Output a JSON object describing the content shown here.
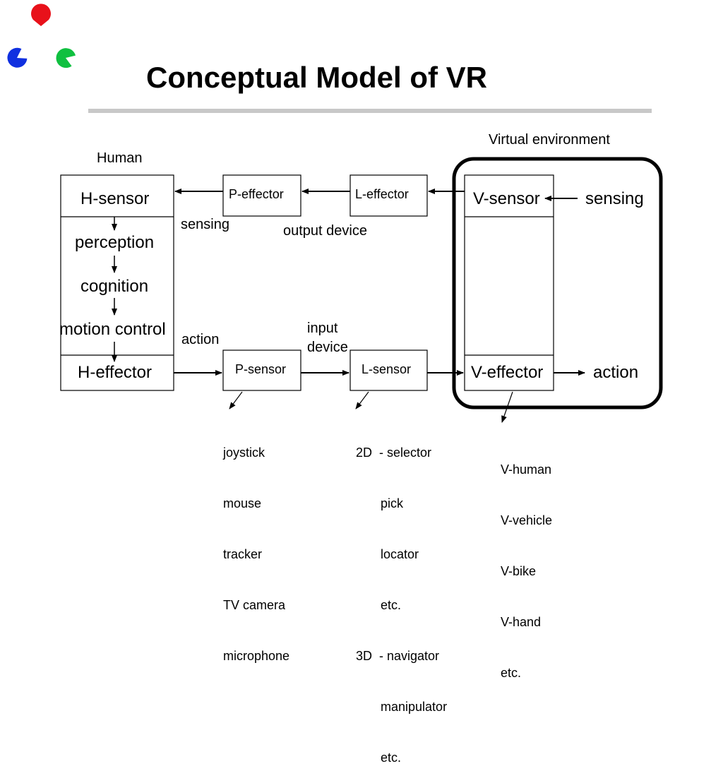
{
  "title": "Conceptual Model of VR",
  "logo": {
    "name": "three-pacman-logo",
    "colors": [
      "#e8111a",
      "#1030e0",
      "#10c040"
    ]
  },
  "labels": {
    "human": "Human",
    "virtual_environment": "Virtual environment",
    "h_sensor": "H-sensor",
    "perception": "perception",
    "cognition": "cognition",
    "motion_control": "motion control",
    "h_effector": "H-effector",
    "p_effector": "P-effector",
    "l_effector": "L-effector",
    "v_sensor": "V-sensor",
    "sensing_right": "sensing",
    "sensing_left": "sensing",
    "output_device": "output device",
    "action_left": "action",
    "input_device": "input\ndevice",
    "p_sensor": "P-sensor",
    "l_sensor": "L-sensor",
    "v_effector": "V-effector",
    "action_right": "action"
  },
  "lists": {
    "p_sensor_examples": [
      "joystick",
      "mouse",
      "tracker",
      "TV camera",
      "microphone"
    ],
    "l_sensor_examples": [
      "2D  - selector",
      "       pick",
      "       locator",
      "       etc.",
      "3D  - navigator",
      "       manipulator",
      "       etc."
    ],
    "v_effector_examples": [
      "V-human",
      "V-vehicle",
      "V-bike",
      "V-hand",
      "etc."
    ]
  }
}
